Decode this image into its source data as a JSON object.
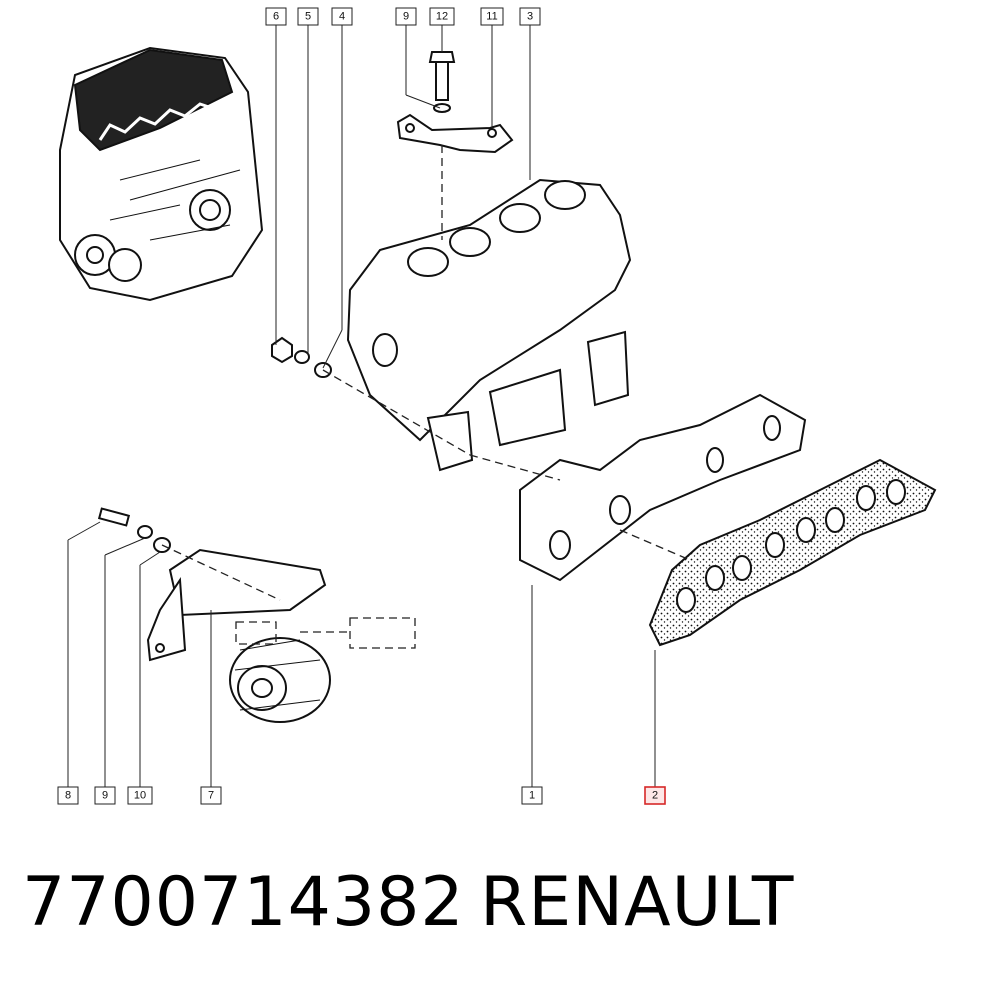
{
  "callouts": {
    "c6": "6",
    "c5": "5",
    "c4": "4",
    "c9a": "9",
    "c12": "12",
    "c11": "11",
    "c3": "3",
    "c8": "8",
    "c9b": "9",
    "c10": "10",
    "c7": "7",
    "c1": "1",
    "c2": "2"
  },
  "highlighted_callout": "2",
  "highlight_color": "#d62828",
  "caption": {
    "part_number": "7700714382",
    "brand": "RENAULT"
  }
}
